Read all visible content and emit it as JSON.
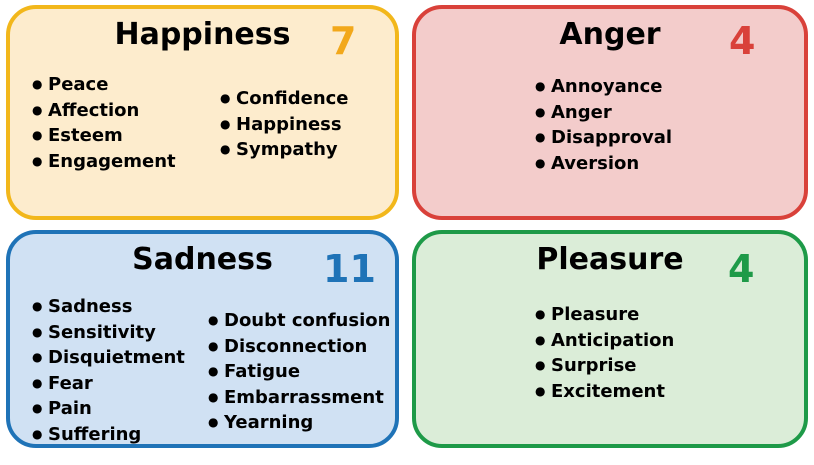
{
  "colors": {
    "happiness_border": "#f2b71b",
    "happiness_fill": "#fdeccd",
    "happiness_count": "#f2a81b",
    "anger_border": "#d9413a",
    "anger_fill": "#f3cccb",
    "anger_count": "#d9413a",
    "sadness_border": "#1f73b7",
    "sadness_fill": "#d0e1f3",
    "sadness_count": "#1f73b7",
    "pleasure_border": "#1e9a48",
    "pleasure_fill": "#dbedd8",
    "pleasure_count": "#1e9a48"
  },
  "happiness": {
    "title": "Happiness",
    "count": "7",
    "col1": [
      "Peace",
      "Affection",
      "Esteem",
      "Engagement"
    ],
    "col2": [
      "Confidence",
      "Happiness",
      "Sympathy"
    ]
  },
  "anger": {
    "title": "Anger",
    "count": "4",
    "col1": [
      "Annoyance",
      "Anger",
      "Disapproval",
      "Aversion"
    ]
  },
  "sadness": {
    "title": "Sadness",
    "count": "11",
    "col1": [
      "Sadness",
      "Sensitivity",
      "Disquietment",
      "Fear",
      "Pain",
      "Suffering"
    ],
    "col2": [
      "Doubt confusion",
      "Disconnection",
      "Fatigue",
      "Embarrassment",
      "Yearning"
    ]
  },
  "pleasure": {
    "title": "Pleasure",
    "count": "4",
    "col1": [
      "Pleasure",
      "Anticipation",
      "Surprise",
      "Excitement"
    ]
  }
}
